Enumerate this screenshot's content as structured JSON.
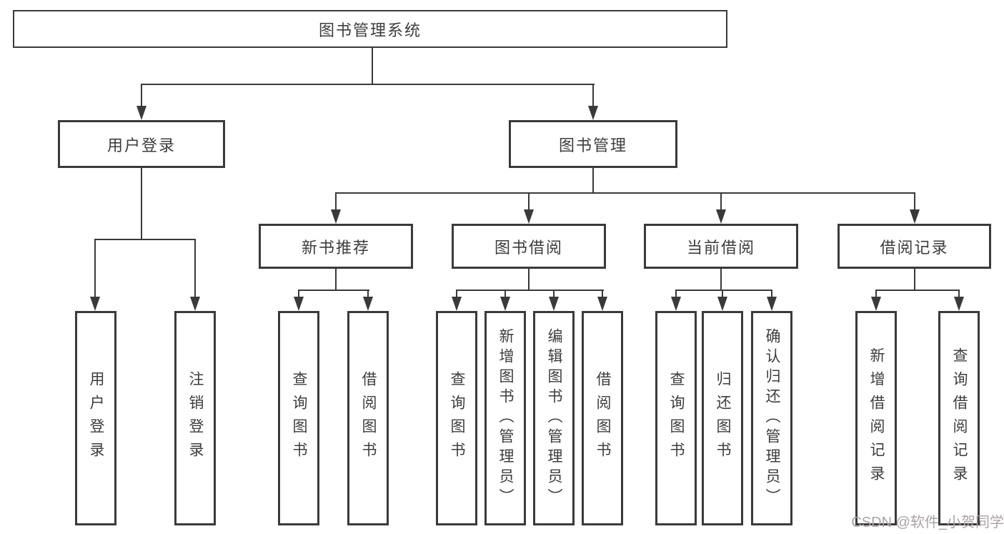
{
  "tree": {
    "label": "图书管理系统",
    "children": [
      {
        "label": "用户登录",
        "children": [
          {
            "label": "用户登录"
          },
          {
            "label": "注销登录"
          }
        ]
      },
      {
        "label": "图书管理",
        "children": [
          {
            "label": "新书推荐",
            "children": [
              {
                "label": "查询图书"
              },
              {
                "label": "借阅图书"
              }
            ]
          },
          {
            "label": "图书借阅",
            "children": [
              {
                "label": "查询图书"
              },
              {
                "label": "新增图书（管理员）"
              },
              {
                "label": "编辑图书（管理员）"
              },
              {
                "label": "借阅图书"
              }
            ]
          },
          {
            "label": "当前借阅",
            "children": [
              {
                "label": "查询图书"
              },
              {
                "label": "归还图书"
              },
              {
                "label": "确认归还（管理员）"
              }
            ]
          },
          {
            "label": "借阅记录",
            "children": [
              {
                "label": "新增借阅记录"
              },
              {
                "label": "查询借阅记录"
              }
            ]
          }
        ]
      }
    ]
  },
  "watermark": "CSDN @软件_小贺同学",
  "colors": {
    "line": "#3a3a3a",
    "text": "#3d3d3d",
    "watermark": "#aca3a3",
    "bg": "#ffffff"
  }
}
